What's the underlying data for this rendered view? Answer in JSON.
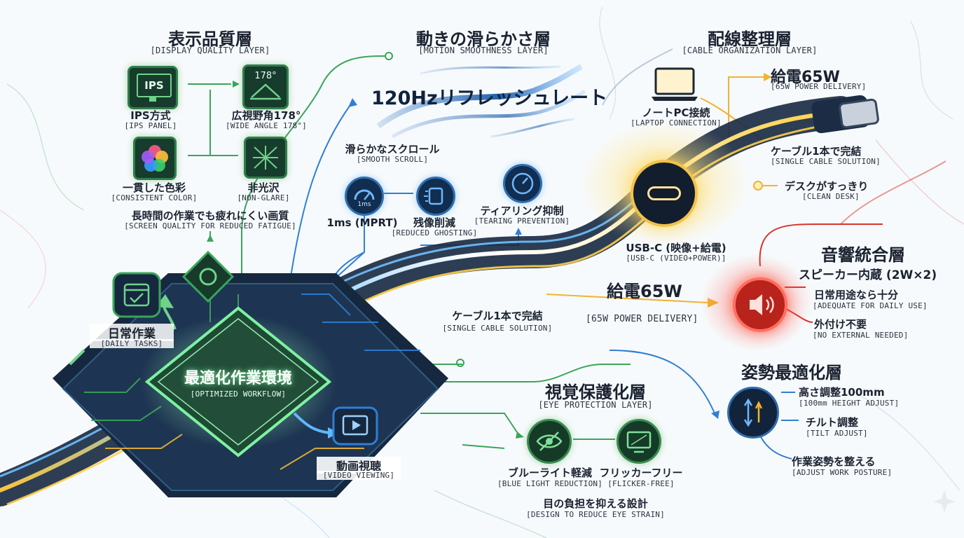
{
  "display": {
    "title": "表示品質層",
    "subtitle": "[DISPLAY QUALITY LAYER]",
    "ips_icon_text": "IPS",
    "angle_icon_text": "178°",
    "ips": {
      "jp": "IPS方式",
      "en": "[IPS PANEL]"
    },
    "wide": {
      "jp": "広視野角178°",
      "en": "[WIDE ANGLE 178°]"
    },
    "color": {
      "jp": "一貫した色彩",
      "en": "[CONSISTENT COLOR]"
    },
    "glare": {
      "jp": "非光沢",
      "en": "[NON-GLARE]"
    },
    "summary": {
      "jp": "長時間の作業でも疲れにくい画質",
      "en": "[SCREEN QUALITY FOR REDUCED FATIGUE]"
    }
  },
  "motion": {
    "title": "動きの滑らかさ層",
    "subtitle": "[MOTION SMOOTHNESS LAYER]",
    "refresh": "120Hzリフレッシュレート",
    "smooth": {
      "jp": "滑らかなスクロール",
      "en": "[SMOOTH SCROLL]"
    },
    "mprt_icon_text": "1ms",
    "mprt": "1ms (MPRT)",
    "ghost": {
      "jp": "残像削減",
      "en": "[REDUCED GHOSTING]"
    },
    "tearing": {
      "jp": "ティアリング抑制",
      "en": "[TEARING PREVENTION]"
    }
  },
  "cable": {
    "title": "配線整理層",
    "subtitle": "[CABLE ORGANIZATION LAYER]",
    "laptop": {
      "jp": "ノートPC接続",
      "en": "[LAPTOP CONNECTION]"
    },
    "power": {
      "jp": "給電65W",
      "en": "[65W POWER DELIVERY]"
    },
    "single": {
      "jp": "ケーブル1本で完結",
      "en": "[SINGLE CABLE SOLUTION]"
    },
    "clean": {
      "jp": "デスクがすっきり",
      "en": "[CLEAN DESK]"
    },
    "usbc": {
      "jp": "USB-C (映像+給電)",
      "en": "[USB-C (VIDEO+POWER)]"
    },
    "power_center": {
      "jp": "給電65W",
      "en": "[65W POWER DELIVERY]"
    },
    "single_center": {
      "jp": "ケーブル1本で完結",
      "en": "[SINGLE CABLE SOLUTION]"
    }
  },
  "audio": {
    "title": "音響統合層",
    "speaker": "スピーカー内蔵 (2W×2)",
    "daily": {
      "jp": "日常用途なら十分",
      "en": "[ADEQUATE FOR DAILY USE]"
    },
    "external": {
      "jp": "外付け不要",
      "en": "[NO EXTERNAL NEEDED]"
    }
  },
  "posture": {
    "title": "姿勢最適化層",
    "height": {
      "jp": "高さ調整100mm",
      "en": "[100mm HEIGHT ADJUST]"
    },
    "tilt": {
      "jp": "チルト調整",
      "en": "[TILT ADJUST]"
    },
    "adjust": {
      "jp": "作業姿勢を整える",
      "en": "[ADJUST WORK POSTURE]"
    }
  },
  "eye": {
    "title": "視覚保護化層",
    "subtitle": "[EYE PROTECTION LAYER]",
    "blue": {
      "jp": "ブルーライト軽減",
      "en": "[BLUE LIGHT REDUCTION]"
    },
    "flicker": {
      "jp": "フリッカーフリー",
      "en": "[FLICKER-FREE]"
    },
    "design": {
      "jp": "目の負担を抑える設計",
      "en": "[DESIGN TO REDUCE EYE STRAIN]"
    }
  },
  "hub": {
    "title": "最適化作業環境",
    "subtitle": "[OPTIMIZED WORKFLOW]",
    "daily": {
      "jp": "日常作業",
      "en": "[DAILY TASKS]"
    },
    "video": {
      "jp": "動画視聴",
      "en": "[VIDEO VIEWING]"
    }
  },
  "colors": {
    "green": "#3aa55a",
    "blue": "#2f7fd6",
    "gold": "#f2b233",
    "red": "#d9342b",
    "navy": "#14253d"
  }
}
